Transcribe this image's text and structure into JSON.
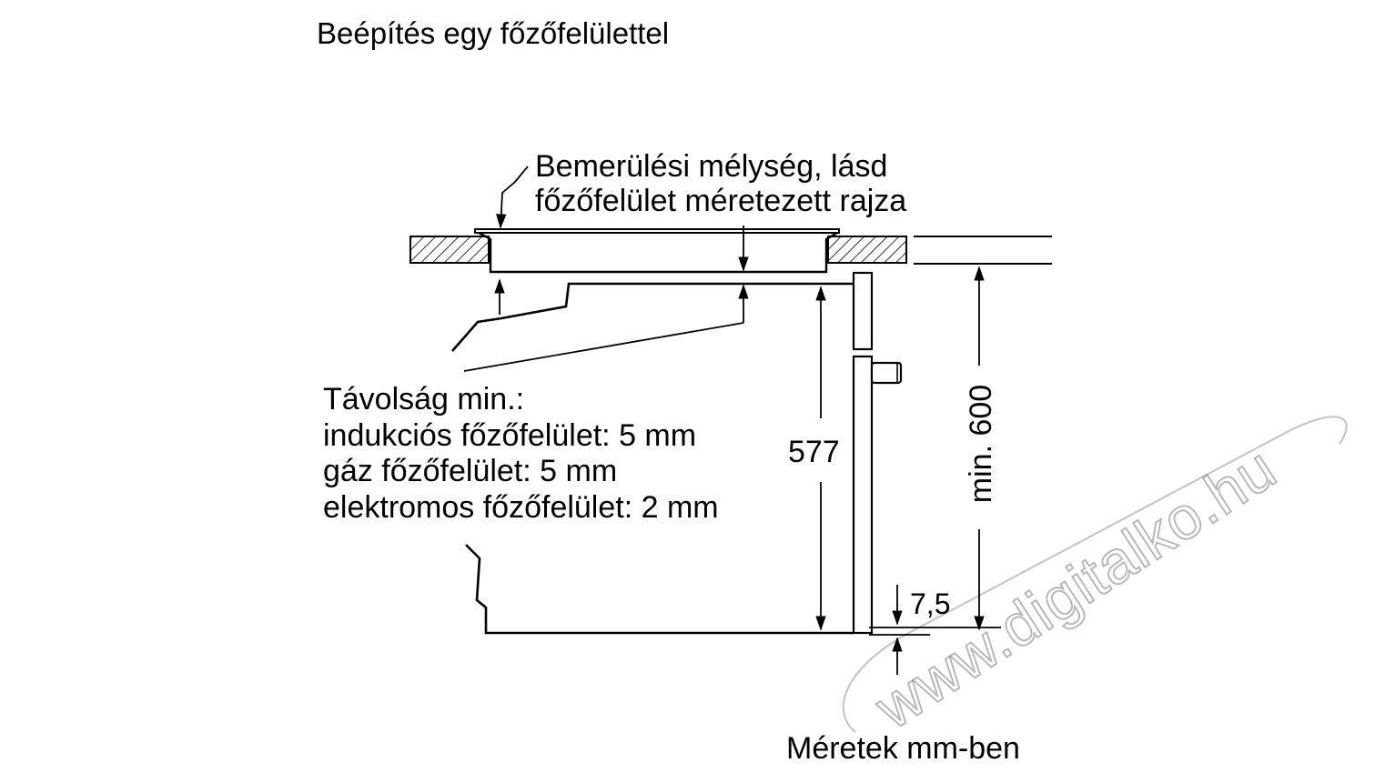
{
  "title": "Beépítés egy főzőfelülettel",
  "callout_depth": {
    "line1": "Bemerülési mélység, lásd",
    "line2": "főzőfelület méretezett rajza"
  },
  "callout_distance": {
    "line1": "Távolság min.:",
    "line2": "indukciós főzőfelület: 5 mm",
    "line3": "gáz főzőfelület: 5 mm",
    "line4": "elektromos főzőfelület: 2 mm"
  },
  "dimensions": {
    "oven_height": "577",
    "niche_height": "min. 600",
    "bottom_offset": "7,5"
  },
  "units_note": "Méretek mm-ben",
  "watermark": "www.digitalko.hu"
}
